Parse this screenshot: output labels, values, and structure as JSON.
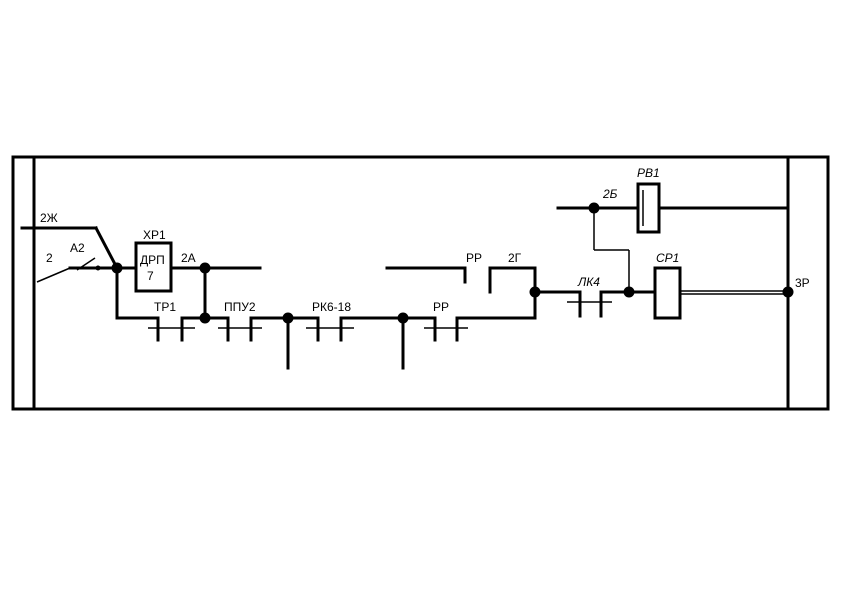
{
  "labels": {
    "wire_2zh": "2Ж",
    "wire_2": "2",
    "switch_a2": "А2",
    "hr1": "ХР1",
    "drp_line1": "ДРП",
    "drp_line2": "7",
    "wire_2a": "2А",
    "tr1": "ТР1",
    "ppu2": "ППУ2",
    "rk6_18": "РК6-18",
    "rr_bottom": "РР",
    "rr_top": "РР",
    "wire_2g": "2Г",
    "lk4": "ЛК4",
    "wire_2b": "2Б",
    "rv1": "РВ1",
    "sr1": "СР1",
    "wire_3r": "3Р"
  }
}
